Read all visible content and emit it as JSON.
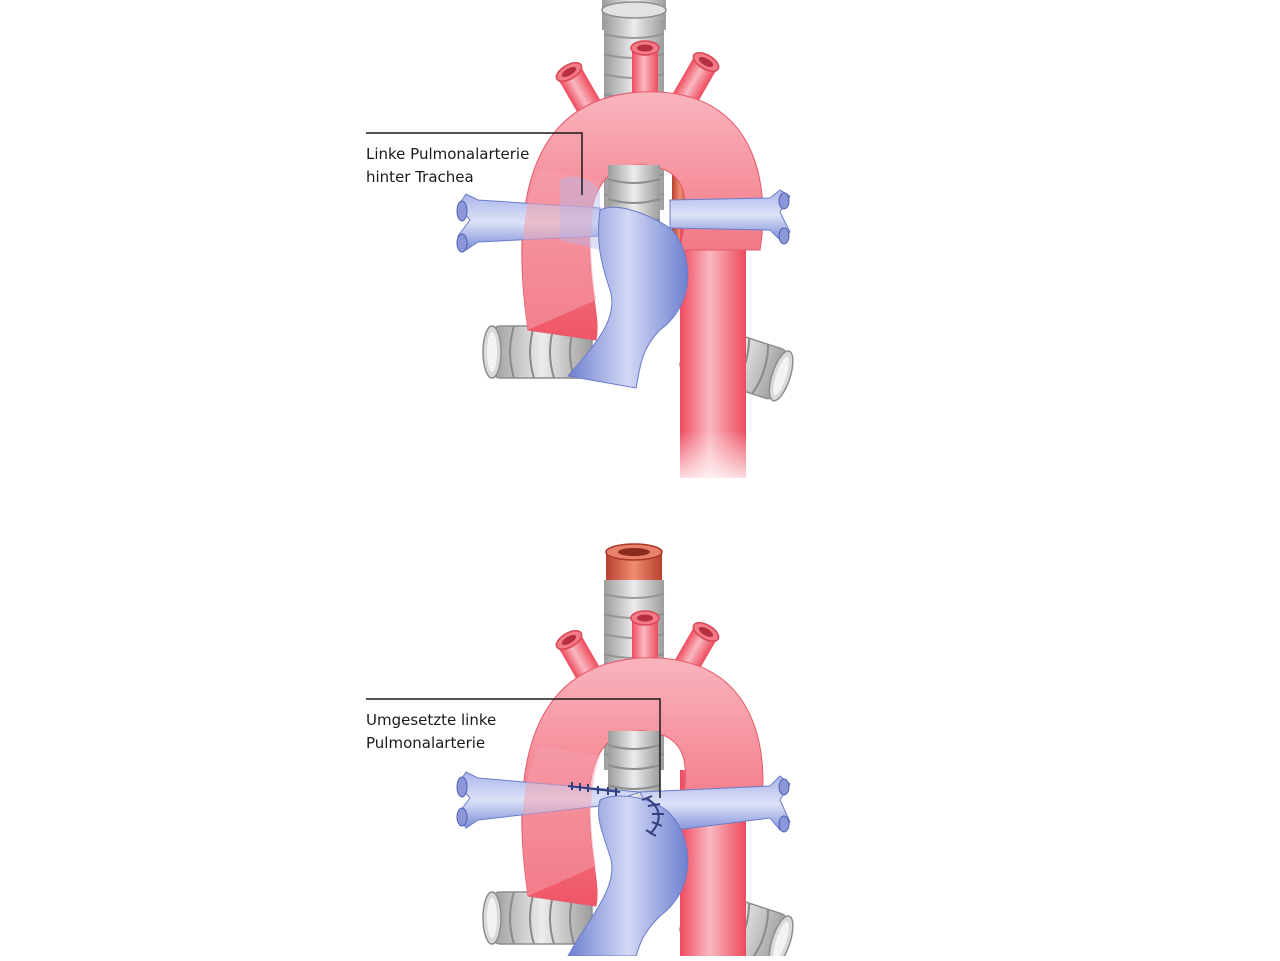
{
  "labels": {
    "top": {
      "line1": "Linke Pulmonalarterie",
      "line2": "hinter Trachea"
    },
    "bottom": {
      "line1": "Umgesetzte linke",
      "line2": "Pulmonalarterie"
    }
  },
  "colors": {
    "artery": "#f0606f",
    "artery_light": "#f7a9b2",
    "vein": "#7f91d8",
    "vein_light": "#c9d0f2",
    "trachea": "#c8c8c8",
    "trachea_dark": "#9a9a9a",
    "esophagus": "#d8604c",
    "suture": "#3a3f8a",
    "leader_line": "#1a1a1a"
  }
}
